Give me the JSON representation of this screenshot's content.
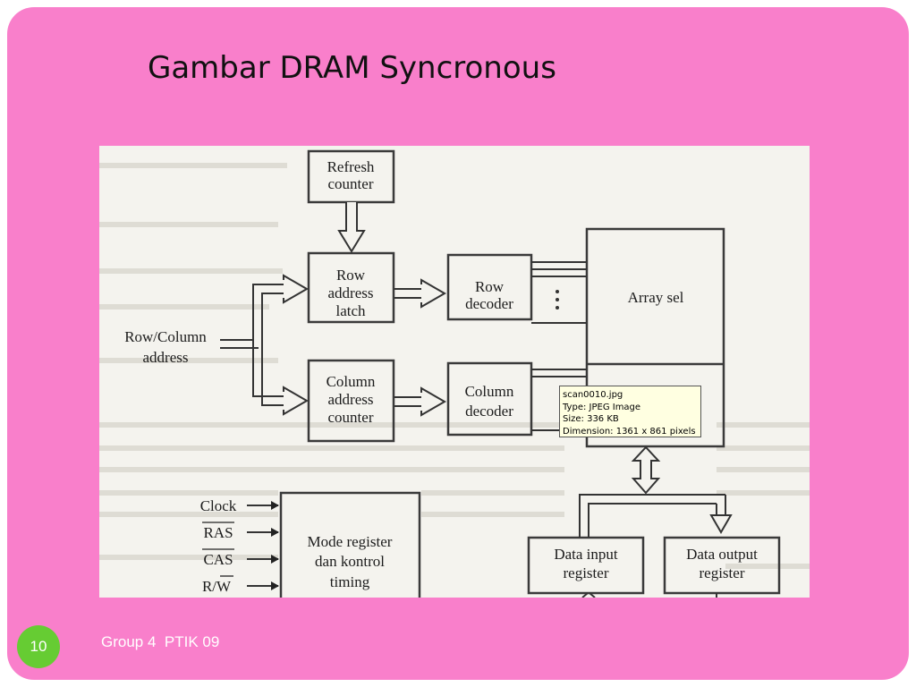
{
  "slide": {
    "title": "Gambar DRAM Syncronous",
    "page_number": "10",
    "footer": "Group 4  PTIK 09"
  },
  "diagram": {
    "refresh_counter": [
      "Refresh",
      "counter"
    ],
    "row_address_latch": [
      "Row",
      "address",
      "latch"
    ],
    "row_decoder": [
      "Row",
      "decoder"
    ],
    "array": "Array sel",
    "row_column_address": [
      "Row/Column",
      "address"
    ],
    "column_address_counter": [
      "Column",
      "address",
      "counter"
    ],
    "column_decoder": [
      "Column",
      "decoder"
    ],
    "clock": "Clock",
    "ras": "RAS",
    "cas": "CAS",
    "rw": "R/W",
    "mode_register": [
      "Mode register",
      "dan  kontrol",
      "timing"
    ],
    "data_input_register": [
      "Data input",
      "register"
    ],
    "data_output_register": [
      "Data output",
      "register"
    ]
  },
  "tooltip": {
    "filename": "scan0010.jpg",
    "type": "Type: JPEG Image",
    "size": "Size: 336 KB",
    "dimension": "Dimension: 1361 x 861 pixels"
  }
}
